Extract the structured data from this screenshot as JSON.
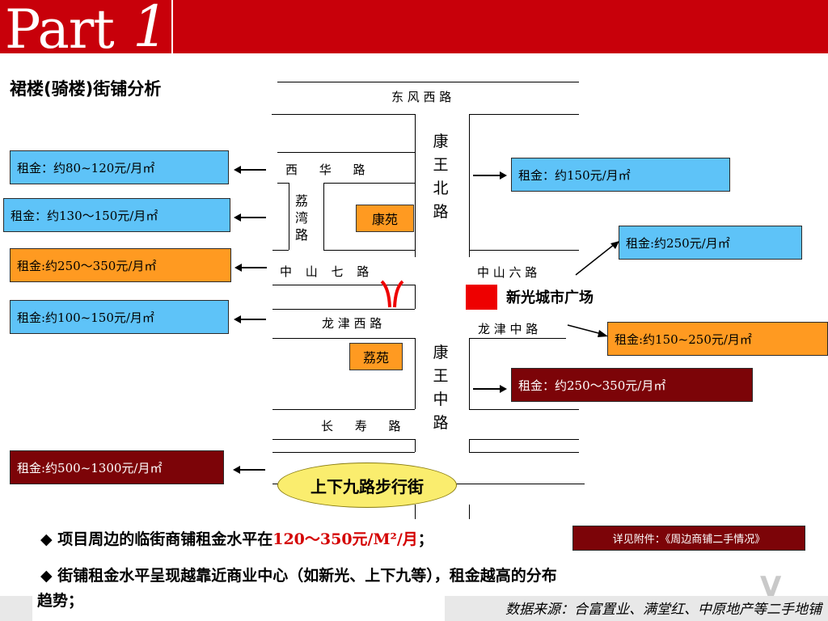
{
  "header": {
    "part_word": "Part",
    "part_number": "1"
  },
  "slide_title": "裙楼(骑楼)街铺分析",
  "roads": {
    "dongfeng_xi": "东 风 西 路",
    "xihua": "西  华  路",
    "liwan": [
      "荔",
      "湾",
      "路"
    ],
    "kangwang_bei": [
      "康",
      "王",
      "北",
      "路"
    ],
    "zhongshan_qi": "中 山 七 路",
    "zhongshan_liu": "中 山 六 路",
    "longjin_xi": "龙 津 西 路",
    "longjin_zhong": "龙 津 中 路",
    "kangwang_zhong": [
      "康",
      "王",
      "中",
      "路"
    ],
    "changshou": "长  寿  路"
  },
  "places": {
    "kangyuan": "康苑",
    "liyuan": "荔苑",
    "xinguang": "新光城市广场",
    "pedestrian_street": "上下九路步行街"
  },
  "rent_boxes": {
    "left": [
      {
        "text": "租金：约80~120元/月㎡",
        "color": "#5ec3f8"
      },
      {
        "text": "租金：约130～150元/月㎡",
        "color": "#5ec3f8"
      },
      {
        "text": "租金:约250～350元/月㎡",
        "color": "#ff9a21"
      },
      {
        "text": "租金:约100~150元/月㎡",
        "color": "#5ec3f8"
      },
      {
        "text": "租金:约500~1300元/月㎡",
        "color": "#7c0408"
      }
    ],
    "right": [
      {
        "text": "租金：约150元/月㎡",
        "color": "#5ec3f8"
      },
      {
        "text": "租金:约250元/月㎡",
        "color": "#5ec3f8"
      },
      {
        "text": "租金:约150~250元/月㎡",
        "color": "#ff9a21"
      },
      {
        "text": "租金：约250～350元/月㎡",
        "color": "#7c0408"
      }
    ]
  },
  "bullets": {
    "b1_prefix": "◆ 项目周边的临街商铺租金水平在",
    "b1_highlight": "120～350元/M²/月",
    "b1_suffix": "；",
    "b2_line1": "◆ 街铺租金水平呈现越靠近商业中心（如新光、上下九等），租金越高的分布",
    "b2_line2": "趋势；"
  },
  "attachment_note": "详见附件：《周边商铺二手情况》",
  "source_note": "数据来源：合富置业、满堂红、中原地产等二手地铺",
  "colors": {
    "header_red": "#c8000a",
    "blue_box": "#5ec3f8",
    "orange_box": "#ff9a21",
    "dark_red_box": "#7c0408",
    "highlight_red": "#d40000",
    "ellipse_yellow": "#faed6e"
  }
}
